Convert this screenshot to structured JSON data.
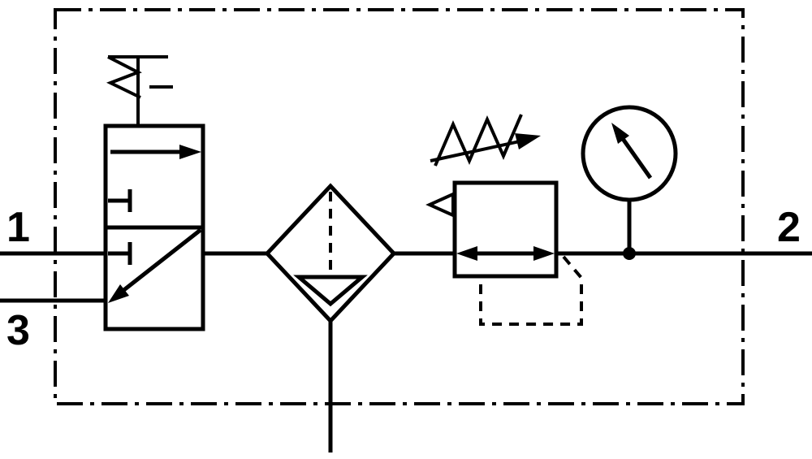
{
  "diagram": {
    "kind": "pneumatic-circuit-schematic",
    "colors": {
      "line": "#000000",
      "background": "#ffffff"
    },
    "port_labels": {
      "port1": "1",
      "port2": "2",
      "port3": "3"
    },
    "components": [
      {
        "name": "shut-off-valve-symbol",
        "icon": "3/2-way-valve-two-position-boxes-with-spring-actuator"
      },
      {
        "name": "filter-water-separator-symbol",
        "icon": "diamond-with-dashed-line-triangle-and-drain"
      },
      {
        "name": "pressure-regulator-symbol",
        "icon": "square-with-double-arrow-adjustable-spring-relief-and-dashed-pilot-line"
      },
      {
        "name": "pressure-gauge-symbol",
        "icon": "circle-with-needle-arrow"
      }
    ]
  }
}
